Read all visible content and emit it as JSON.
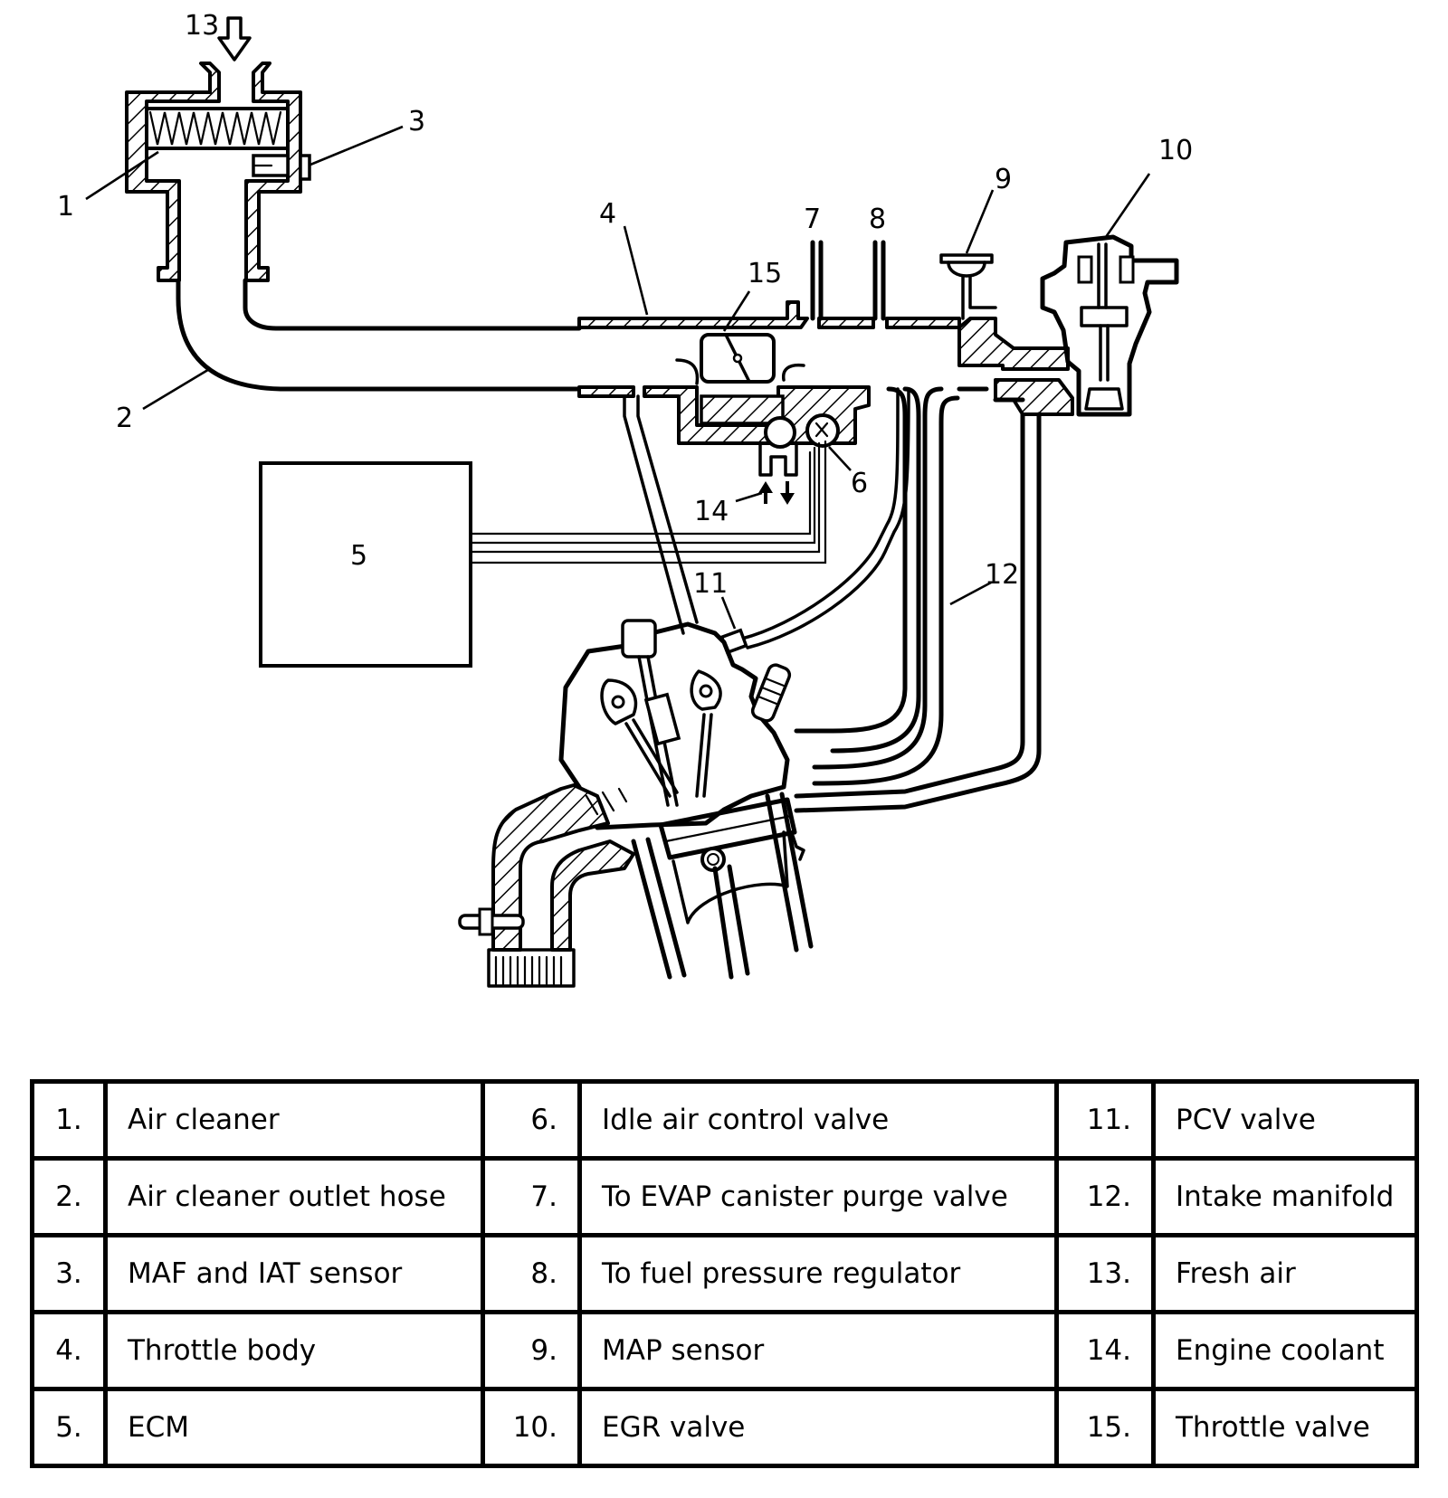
{
  "diagram": {
    "title": "Engine air intake system schematic",
    "callouts": {
      "c1": "1",
      "c2": "2",
      "c3": "3",
      "c4": "4",
      "c5": "5",
      "c6": "6",
      "c7": "7",
      "c8": "8",
      "c9": "9",
      "c10": "10",
      "c11": "11",
      "c12": "12",
      "c13": "13",
      "c14": "14",
      "c15": "15"
    }
  },
  "legend": {
    "rows": [
      [
        {
          "num": "1.",
          "label": "Air cleaner"
        },
        {
          "num": "6.",
          "label": "Idle air control valve"
        },
        {
          "num": "11.",
          "label": "PCV valve"
        }
      ],
      [
        {
          "num": "2.",
          "label": "Air cleaner outlet hose"
        },
        {
          "num": "7.",
          "label": "To EVAP canister purge valve"
        },
        {
          "num": "12.",
          "label": "Intake manifold"
        }
      ],
      [
        {
          "num": "3.",
          "label": "MAF and IAT sensor"
        },
        {
          "num": "8.",
          "label": "To fuel pressure regulator"
        },
        {
          "num": "13.",
          "label": "Fresh air"
        }
      ],
      [
        {
          "num": "4.",
          "label": "Throttle body"
        },
        {
          "num": "9.",
          "label": "MAP sensor"
        },
        {
          "num": "14.",
          "label": "Engine coolant"
        }
      ],
      [
        {
          "num": "5.",
          "label": "ECM"
        },
        {
          "num": "10.",
          "label": "EGR valve"
        },
        {
          "num": "15.",
          "label": "Throttle valve"
        }
      ]
    ]
  }
}
